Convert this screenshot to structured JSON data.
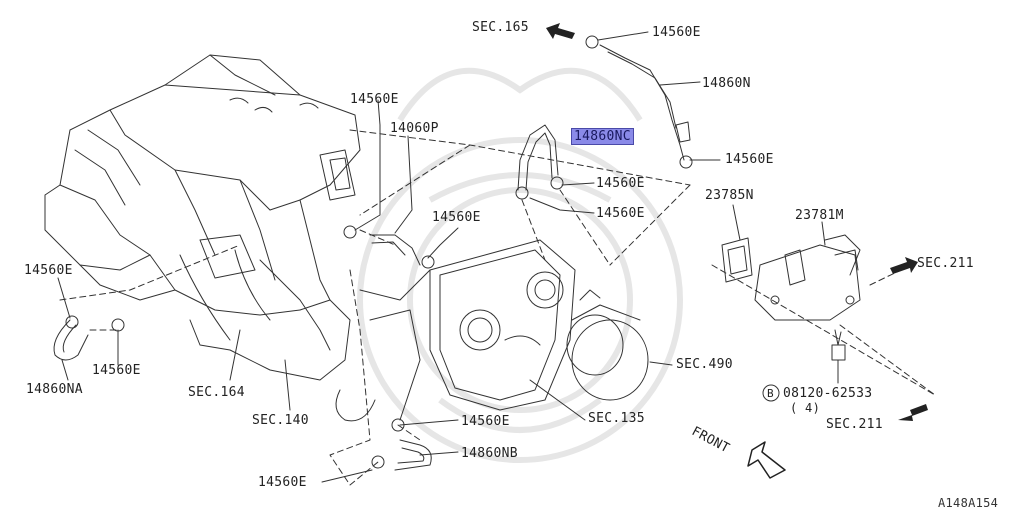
{
  "labels": {
    "sec165": "SEC.165",
    "p14560E_top": "14560E",
    "p14860N": "14860N",
    "p14560E_mid_right": "14560E",
    "p14860NC": "14860NC",
    "p14560E_a": "14560E",
    "p14560E_b": "14560E",
    "p14560E_left_top": "14560E",
    "p14060P": "14060P",
    "p14560E_center": "14560E",
    "p23785N": "23785N",
    "p23781M": "23781M",
    "sec211_top": "SEC.211",
    "p14560E_left": "14560E",
    "p14560E_left_bottom": "14560E",
    "p14860NA": "14860NA",
    "sec164": "SEC.164",
    "sec140": "SEC.140",
    "sec490": "SEC.490",
    "bolt_symbol": "B",
    "bolt_part": "08120-62533",
    "bolt_qty": "( 4)",
    "sec211_bottom": "SEC.211",
    "sec135": "SEC.135",
    "p14560E_bottom_mid": "14560E",
    "p14860NB": "14860NB",
    "p14560E_bottom": "14560E",
    "front": "FRONT",
    "diagram_code": "A148A154"
  },
  "colors": {
    "line": "#333333",
    "highlight": "#8a8ae8",
    "watermark": "#e8e8e8"
  }
}
